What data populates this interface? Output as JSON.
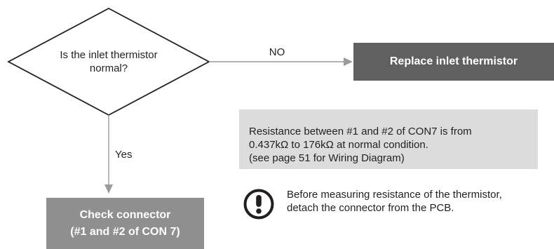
{
  "decision": {
    "line1": "Is the inlet thermistor",
    "line2": "normal?"
  },
  "edges": {
    "no_label": "NO",
    "yes_label": "Yes"
  },
  "replace_box": {
    "label": "Replace inlet thermistor"
  },
  "check_box": {
    "line1": "Check connector",
    "line2": "(#1 and #2 of CON 7)"
  },
  "info": {
    "line1": "Resistance between #1 and #2 of CON7 is from",
    "line2": "0.437kΩ to 176kΩ at normal condition.",
    "line3": "(see page 51 for Wiring Diagram)"
  },
  "warning": {
    "icon": "exclamation-circle-icon",
    "line1": "Before measuring resistance of the thermistor,",
    "line2": "detach the connector from the PCB."
  },
  "colors": {
    "dark_box": "#606060",
    "gray_box": "#8f8f8f",
    "info_bg": "#dcdcdc",
    "arrow": "#9a9a9a"
  }
}
